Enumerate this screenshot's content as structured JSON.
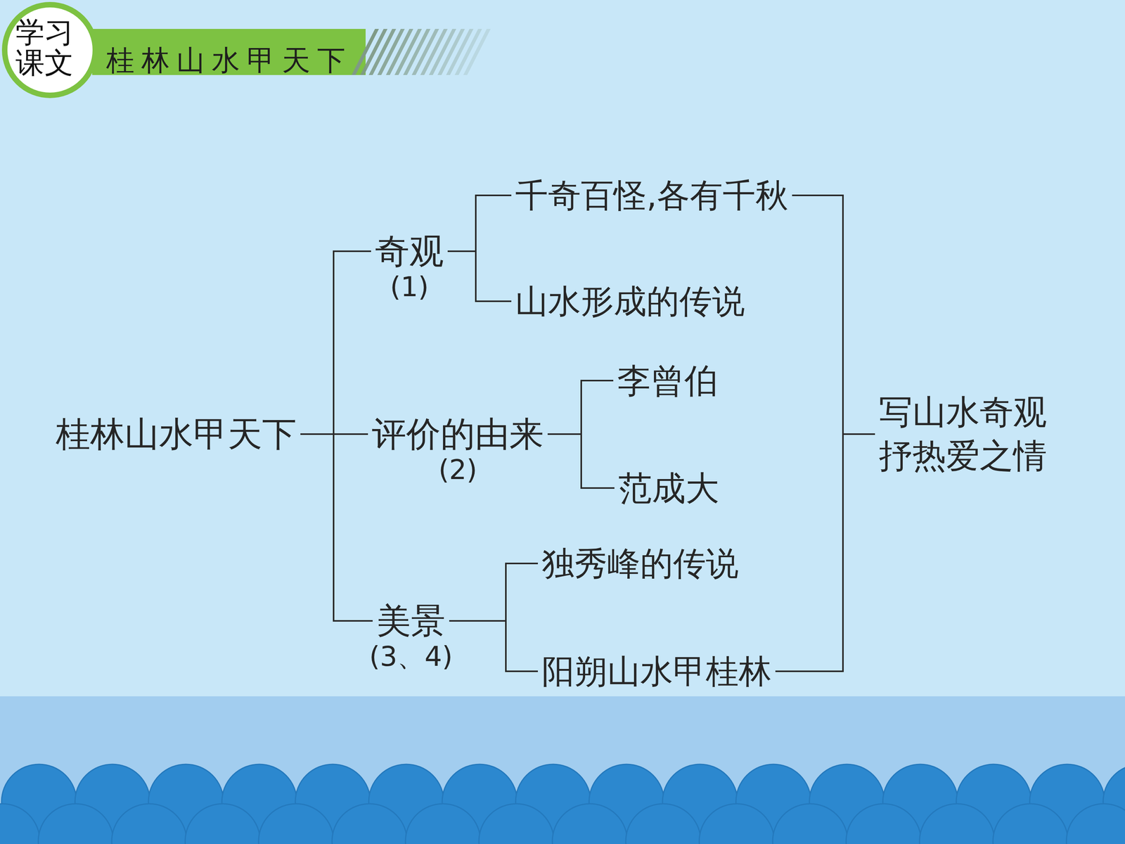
{
  "diagram": {
    "title": "桂林山水甲天下",
    "nodes": [
      {
        "text": [
          "桂林山水甲天下"
        ]
      },
      {
        "text": [
          "奇观",
          "(1)"
        ]
      },
      {
        "text": [
          "评价的由来",
          "(2)"
        ]
      },
      {
        "text": [
          "美景",
          "(3、4)"
        ]
      },
      {
        "text": [
          "千奇百怪,各有千秋"
        ]
      },
      {
        "text": [
          "山水形成的传说"
        ]
      },
      {
        "text": [
          "李曾伯"
        ]
      },
      {
        "text": [
          "范成大"
        ]
      },
      {
        "text": [
          "独秀峰的传说"
        ]
      },
      {
        "text": [
          "阳朔山水甲桂林"
        ]
      },
      {
        "text": [
          "写山水奇观 抒热爱之情"
        ]
      }
    ],
    "edges": [
      {
        "from": 0,
        "to": 1,
        "arrow": "none"
      },
      {
        "from": 0,
        "to": 2,
        "arrow": "none"
      },
      {
        "from": 0,
        "to": 3,
        "arrow": "none"
      },
      {
        "from": 1,
        "to": 4,
        "arrow": "none"
      },
      {
        "from": 1,
        "to": 5,
        "arrow": "none"
      },
      {
        "from": 2,
        "to": 6,
        "arrow": "none"
      },
      {
        "from": 2,
        "to": 7,
        "arrow": "none"
      },
      {
        "from": 3,
        "to": 8,
        "arrow": "none"
      },
      {
        "from": 3,
        "to": 9,
        "arrow": "none"
      },
      {
        "from": 4,
        "to": 10,
        "arrow": "none"
      },
      {
        "from": 9,
        "to": 10,
        "arrow": "none"
      }
    ],
    "labels": [
      "学习 课文"
    ]
  }
}
